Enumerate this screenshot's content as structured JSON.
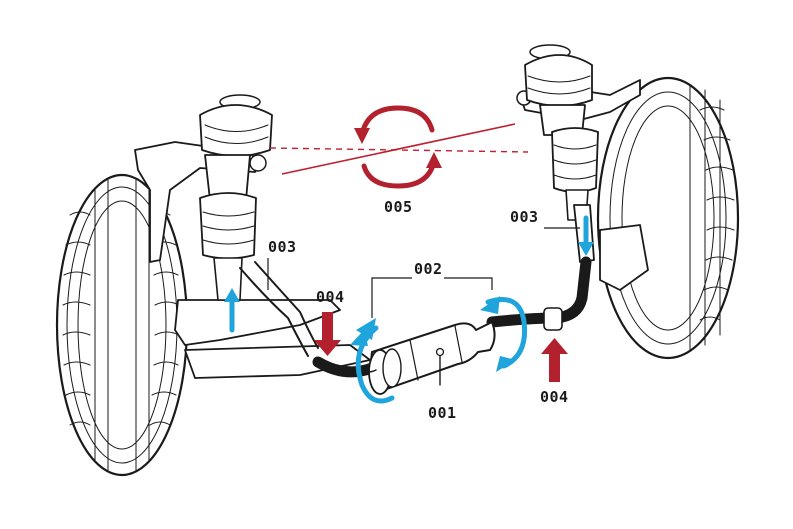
{
  "labels": {
    "actuator": "001",
    "stabilizer_rotation": "002",
    "link_left": "003",
    "link_right": "003",
    "force_left": "004",
    "force_right": "004",
    "body_roll": "005"
  },
  "colors": {
    "force_arrow": "#b3202e",
    "rotation_arrow": "#1fa4dc",
    "roll_arrow": "#b3202e",
    "roll_axis": "#c0202e",
    "ink": "#1a1a1a"
  }
}
